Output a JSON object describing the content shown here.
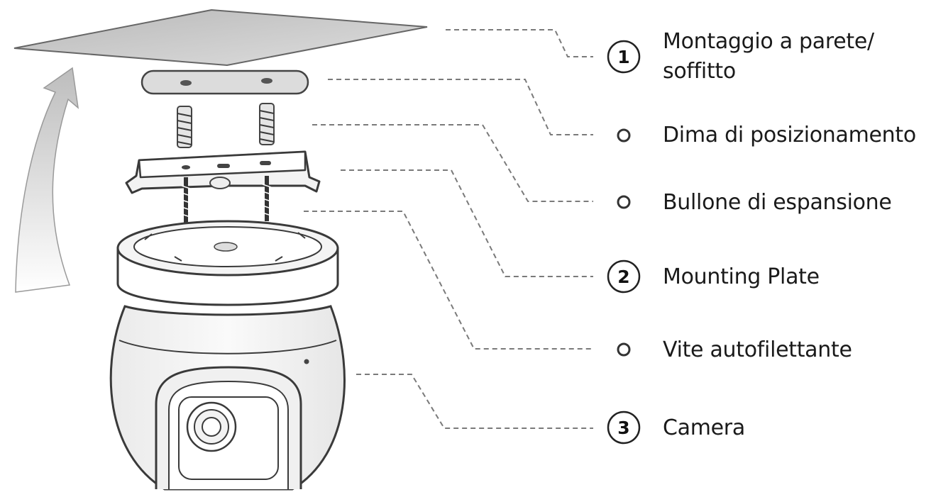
{
  "labels": [
    {
      "marker": "1",
      "lines": [
        "Montaggio a parete/",
        "soffitto"
      ]
    },
    {
      "marker": "",
      "lines": [
        "Dima di posizionamento"
      ]
    },
    {
      "marker": "",
      "lines": [
        "Bullone di espansione"
      ]
    },
    {
      "marker": "2",
      "lines": [
        "Mounting Plate"
      ]
    },
    {
      "marker": "",
      "lines": [
        "Vite autofilettante"
      ]
    },
    {
      "marker": "3",
      "lines": [
        "Camera"
      ]
    }
  ],
  "colors": {
    "text": "#1a1a1a",
    "outline": "#3a3a3a",
    "leader": "#7a7a7a",
    "arrow": "#c9c9c9"
  },
  "icons": [
    "up-arrow-icon",
    "numbered-circle-icon",
    "bullet-circle-icon"
  ]
}
